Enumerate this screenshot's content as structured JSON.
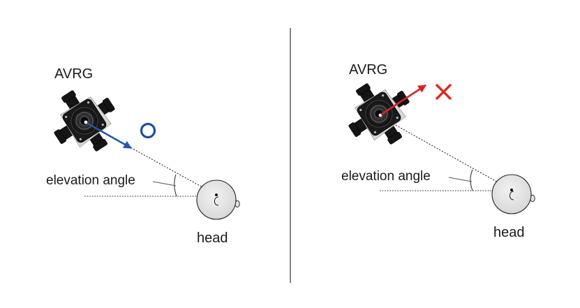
{
  "panels": [
    {
      "device_label": "AVRG",
      "angle_label": "elevation angle",
      "head_label": "head",
      "verdict": "correct",
      "verdict_symbol": "○"
    },
    {
      "device_label": "AVRG",
      "angle_label": "elevation angle",
      "head_label": "head",
      "verdict": "incorrect",
      "verdict_symbol": "×"
    }
  ],
  "colors": {
    "correct_arrow": "#2457a6",
    "correct_mark": "#1f4ea3",
    "incorrect_arrow": "#d9202a",
    "incorrect_mark": "#e0271f",
    "divider": "#333333",
    "head_fill": "#e6e6e6",
    "device_body": "#1a1a1a",
    "device_plate": "#d8d8d8"
  },
  "icons": {
    "device": "avrg-camera-device-icon",
    "head": "head-top-view-icon",
    "correct": "circle-correct-icon",
    "incorrect": "cross-incorrect-icon"
  }
}
